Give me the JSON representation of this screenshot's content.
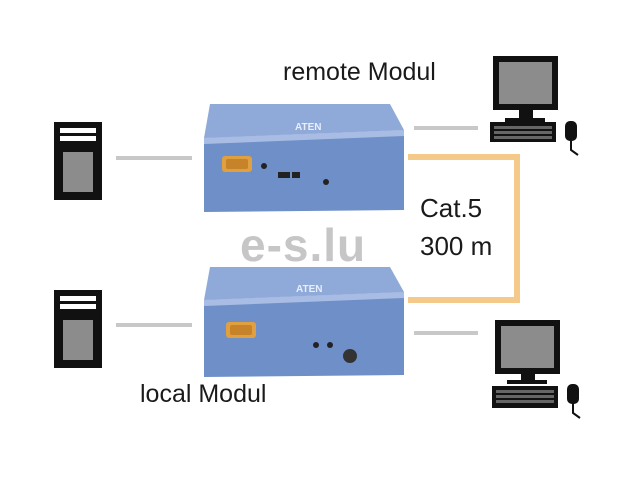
{
  "labels": {
    "remote_module": "remote Modul",
    "local_module": "local Modul",
    "cable_type": "Cat.5",
    "cable_length": "300 m"
  },
  "brand": "ATEN",
  "watermark": "e-s.lu",
  "colors": {
    "module_body": "#6f8fc8",
    "module_top": "#8fa9d8",
    "module_front": "#5a78b2",
    "cat5_cable": "#f5c98a",
    "connector_line": "#c8c8c8",
    "tower": "#111111",
    "monitor_screen": "#8c8c8c"
  },
  "icons": [
    "pc-tower-icon",
    "monitor-icon",
    "keyboard-icon",
    "mouse-icon",
    "kvm-extender-icon"
  ]
}
